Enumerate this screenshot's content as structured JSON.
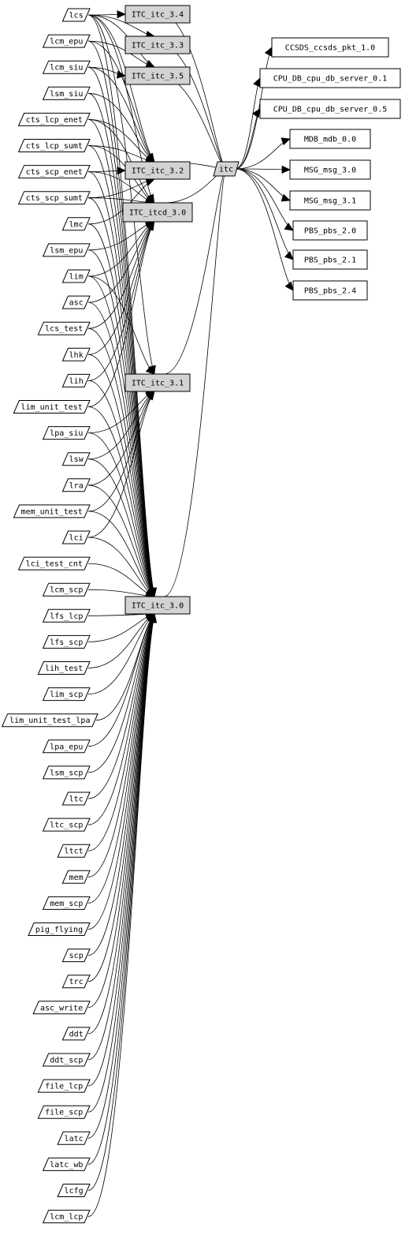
{
  "graph": {
    "center": {
      "id": "itc",
      "label": "itc"
    },
    "versions": [
      {
        "id": "ITC_itc_3.4",
        "label": "ITC_itc_3.4"
      },
      {
        "id": "ITC_itc_3.3",
        "label": "ITC_itc_3.3"
      },
      {
        "id": "ITC_itc_3.5",
        "label": "ITC_itc_3.5"
      },
      {
        "id": "ITC_itc_3.2",
        "label": "ITC_itc_3.2"
      },
      {
        "id": "ITC_itcd_3.0",
        "label": "ITC_itcd_3.0"
      },
      {
        "id": "ITC_itc_3.1",
        "label": "ITC_itc_3.1"
      },
      {
        "id": "ITC_itc_3.0",
        "label": "ITC_itc_3.0"
      }
    ],
    "dependencies": [
      {
        "id": "CCSDS_ccsds_pkt_1.0",
        "label": "CCSDS_ccsds_pkt_1.0"
      },
      {
        "id": "CPU_DB_cpu_db_server_0.1",
        "label": "CPU_DB_cpu_db_server_0.1"
      },
      {
        "id": "CPU_DB_cpu_db_server_0.5",
        "label": "CPU_DB_cpu_db_server_0.5"
      },
      {
        "id": "MDB_mdb_0.0",
        "label": "MDB_mdb_0.0"
      },
      {
        "id": "MSG_msg_3.0",
        "label": "MSG_msg_3.0"
      },
      {
        "id": "MSG_msg_3.1",
        "label": "MSG_msg_3.1"
      },
      {
        "id": "PBS_pbs_2.0",
        "label": "PBS_pbs_2.0"
      },
      {
        "id": "PBS_pbs_2.1",
        "label": "PBS_pbs_2.1"
      },
      {
        "id": "PBS_pbs_2.4",
        "label": "PBS_pbs_2.4"
      }
    ],
    "packages": [
      {
        "id": "lcs",
        "label": "lcs",
        "uses": [
          "ITC_itc_3.4",
          "ITC_itc_3.3",
          "ITC_itc_3.5",
          "ITC_itc_3.2",
          "ITC_itcd_3.0",
          "ITC_itc_3.1",
          "ITC_itc_3.0"
        ]
      },
      {
        "id": "lcm_epu",
        "label": "lcm_epu",
        "uses": [
          "ITC_itc_3.5",
          "ITC_itc_3.2",
          "ITC_itc_3.0"
        ]
      },
      {
        "id": "lcm_siu",
        "label": "lcm_siu",
        "uses": [
          "ITC_itc_3.5",
          "ITC_itc_3.2",
          "ITC_itc_3.0"
        ]
      },
      {
        "id": "lsm_siu",
        "label": "lsm_siu",
        "uses": [
          "ITC_itc_3.2",
          "ITC_itc_3.0"
        ]
      },
      {
        "id": "cts_lcp_enet",
        "label": "cts_lcp_enet",
        "uses": [
          "ITC_itc_3.2",
          "ITC_itcd_3.0",
          "ITC_itc_3.0"
        ]
      },
      {
        "id": "cts_lcp_sumt",
        "label": "cts_lcp_sumt",
        "uses": [
          "ITC_itc_3.2",
          "ITC_itcd_3.0",
          "ITC_itc_3.0"
        ]
      },
      {
        "id": "cts_scp_enet",
        "label": "cts_scp_enet",
        "uses": [
          "ITC_itc_3.2",
          "ITC_itcd_3.0",
          "ITC_itc_3.0"
        ]
      },
      {
        "id": "cts_scp_sumt",
        "label": "cts_scp_sumt",
        "uses": [
          "ITC_itc_3.2",
          "ITC_itcd_3.0",
          "ITC_itc_3.0"
        ]
      },
      {
        "id": "lmc",
        "label": "lmc",
        "uses": [
          "ITC_itc_3.2",
          "ITC_itc_3.0"
        ]
      },
      {
        "id": "lsm_epu",
        "label": "lsm_epu",
        "uses": [
          "ITC_itcd_3.0",
          "ITC_itc_3.0"
        ]
      },
      {
        "id": "lim",
        "label": "lim",
        "uses": [
          "ITC_itcd_3.0",
          "ITC_itc_3.1",
          "ITC_itc_3.0"
        ]
      },
      {
        "id": "asc",
        "label": "asc",
        "uses": [
          "ITC_itcd_3.0",
          "ITC_itc_3.0"
        ]
      },
      {
        "id": "lcs_test",
        "label": "lcs_test",
        "uses": [
          "ITC_itcd_3.0",
          "ITC_itc_3.0"
        ]
      },
      {
        "id": "lhk",
        "label": "lhk",
        "uses": [
          "ITC_itcd_3.0",
          "ITC_itc_3.0"
        ]
      },
      {
        "id": "lih",
        "label": "lih",
        "uses": [
          "ITC_itcd_3.0",
          "ITC_itc_3.0"
        ]
      },
      {
        "id": "lim_unit_test",
        "label": "lim_unit_test",
        "uses": [
          "ITC_itcd_3.0",
          "ITC_itc_3.0"
        ]
      },
      {
        "id": "lpa_siu",
        "label": "lpa_siu",
        "uses": [
          "ITC_itc_3.1",
          "ITC_itc_3.0"
        ]
      },
      {
        "id": "lsw",
        "label": "lsw",
        "uses": [
          "ITC_itc_3.1",
          "ITC_itc_3.0"
        ]
      },
      {
        "id": "lra",
        "label": "lra",
        "uses": [
          "ITC_itc_3.1",
          "ITC_itc_3.0"
        ]
      },
      {
        "id": "mem_unit_test",
        "label": "mem_unit_test",
        "uses": [
          "ITC_itc_3.1",
          "ITC_itc_3.0"
        ]
      },
      {
        "id": "lci",
        "label": "lci",
        "uses": [
          "ITC_itc_3.1",
          "ITC_itc_3.0"
        ]
      },
      {
        "id": "lci_test_cnt",
        "label": "lci_test_cnt",
        "uses": [
          "ITC_itc_3.0"
        ]
      },
      {
        "id": "lcm_scp",
        "label": "lcm_scp",
        "uses": [
          "ITC_itc_3.0"
        ]
      },
      {
        "id": "lfs_lcp",
        "label": "lfs_lcp",
        "uses": [
          "ITC_itc_3.0"
        ]
      },
      {
        "id": "lfs_scp",
        "label": "lfs_scp",
        "uses": [
          "ITC_itc_3.0"
        ]
      },
      {
        "id": "lih_test",
        "label": "lih_test",
        "uses": [
          "ITC_itc_3.0"
        ]
      },
      {
        "id": "lim_scp",
        "label": "lim_scp",
        "uses": [
          "ITC_itc_3.0"
        ]
      },
      {
        "id": "lim_unit_test_lpa",
        "label": "lim_unit_test_lpa",
        "uses": [
          "ITC_itc_3.0"
        ]
      },
      {
        "id": "lpa_epu",
        "label": "lpa_epu",
        "uses": [
          "ITC_itc_3.0"
        ]
      },
      {
        "id": "lsm_scp",
        "label": "lsm_scp",
        "uses": [
          "ITC_itc_3.0"
        ]
      },
      {
        "id": "ltc",
        "label": "ltc",
        "uses": [
          "ITC_itc_3.0"
        ]
      },
      {
        "id": "ltc_scp",
        "label": "ltc_scp",
        "uses": [
          "ITC_itc_3.0"
        ]
      },
      {
        "id": "ltct",
        "label": "ltct",
        "uses": [
          "ITC_itc_3.0"
        ]
      },
      {
        "id": "mem",
        "label": "mem",
        "uses": [
          "ITC_itc_3.0"
        ]
      },
      {
        "id": "mem_scp",
        "label": "mem_scp",
        "uses": [
          "ITC_itc_3.0"
        ]
      },
      {
        "id": "pig_flying",
        "label": "pig_flying",
        "uses": [
          "ITC_itc_3.0"
        ]
      },
      {
        "id": "scp",
        "label": "scp",
        "uses": [
          "ITC_itc_3.0"
        ]
      },
      {
        "id": "trc",
        "label": "trc",
        "uses": [
          "ITC_itc_3.0"
        ]
      },
      {
        "id": "asc_write",
        "label": "asc_write",
        "uses": [
          "ITC_itc_3.0"
        ]
      },
      {
        "id": "ddt",
        "label": "ddt",
        "uses": [
          "ITC_itc_3.0"
        ]
      },
      {
        "id": "ddt_scp",
        "label": "ddt_scp",
        "uses": [
          "ITC_itc_3.0"
        ]
      },
      {
        "id": "file_lcp",
        "label": "file_lcp",
        "uses": [
          "ITC_itc_3.0"
        ]
      },
      {
        "id": "file_scp",
        "label": "file_scp",
        "uses": [
          "ITC_itc_3.0"
        ]
      },
      {
        "id": "latc",
        "label": "latc",
        "uses": [
          "ITC_itc_3.0"
        ]
      },
      {
        "id": "latc_wb",
        "label": "latc_wb",
        "uses": [
          "ITC_itc_3.0"
        ]
      },
      {
        "id": "lcfg",
        "label": "lcfg",
        "uses": [
          "ITC_itc_3.0"
        ]
      },
      {
        "id": "lcm_lcp",
        "label": "lcm_lcp",
        "uses": [
          "ITC_itc_3.0"
        ]
      }
    ]
  }
}
